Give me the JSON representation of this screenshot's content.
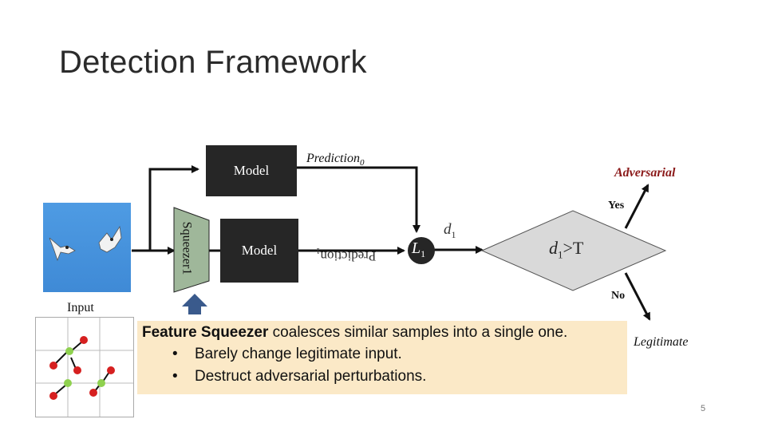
{
  "slide": {
    "title": "Detection Framework",
    "page_number": "5"
  },
  "diagram": {
    "input_label": "Input",
    "squeezer_label": "Squeezer1",
    "model_top_label": "Model",
    "model_bottom_label": "Model",
    "prediction0": {
      "text": "Prediction",
      "sub": "0"
    },
    "prediction1": {
      "text": "Prediction",
      "sub": "1"
    },
    "l1_node": {
      "text": "L",
      "sub": "1"
    },
    "distance_label": {
      "text": "d",
      "sub": "1"
    },
    "decision": {
      "var": "d",
      "sub": "1",
      "rest": ">T"
    },
    "yes_label": "Yes",
    "no_label": "No",
    "adversarial_label": "Adversarial",
    "legitimate_label": "Legitimate"
  },
  "callout": {
    "heading_bold": "Feature Squeezer",
    "heading_rest": " coalesces similar samples into a single one.",
    "bullets": [
      "Barely change legitimate input.",
      "Destruct adversarial perturbations."
    ]
  },
  "colors": {
    "model_box": "#262626",
    "adversarial_text": "#8b1a1a",
    "callout_bg": "#fbe9c7",
    "up_arrow": "#3a5a8c",
    "diamond_fill": "#d9d9d9",
    "squeezer_fill": "#9fb79a"
  },
  "icons": {
    "photo": "birds-photo",
    "grid": "point-clustering-grid",
    "arrow": "up-arrow-icon"
  }
}
